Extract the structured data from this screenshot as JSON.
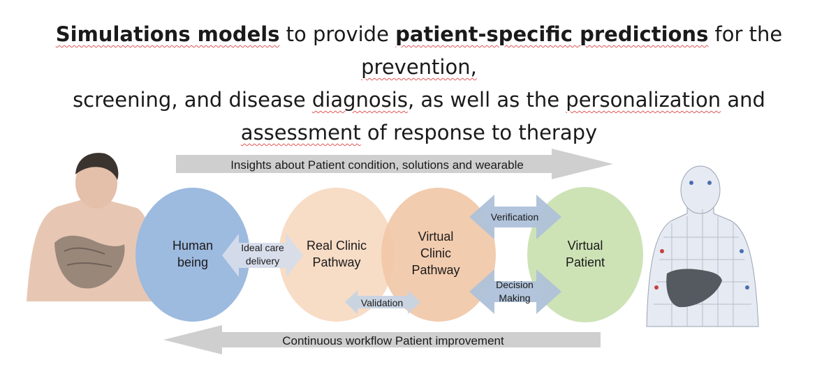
{
  "title": {
    "line1_bold1": "Simulations models",
    "line1_mid": " to provide ",
    "line1_bold2": "patient-specific predictions",
    "line1_tail_a": " for the ",
    "line1_tail_b": "prevention,",
    "line2_a": "screening, and disease ",
    "line2_b": "diagnosis",
    "line2_c": ", as well as the ",
    "line2_d": "personalization",
    "line2_e": " and",
    "line3_a": "assessment",
    "line3_b": " of response to therapy"
  },
  "arrows": {
    "top_label": "Insights about Patient condition, solutions and wearable",
    "bottom_label": "Continuous workflow Patient improvement",
    "ideal_care_line1": "Ideal care",
    "ideal_care_line2": "delivery",
    "validation": "Validation",
    "verification": "Verification",
    "decision_line1": "Decision",
    "decision_line2": "Making"
  },
  "nodes": {
    "human_line1": "Human",
    "human_line2": "being",
    "real_line1": "Real Clinic",
    "real_line2": "Pathway",
    "virtual_clinic_line1": "Virtual",
    "virtual_clinic_line2": "Clinic",
    "virtual_clinic_line3": "Pathway",
    "virtual_patient_line1": "Virtual",
    "virtual_patient_line2": "Patient"
  },
  "colors": {
    "human": "#9dbadf",
    "real_clinic": "#f7dcc6",
    "virtual_clinic": "#f1c6a6",
    "virtual_patient": "#cde3b6",
    "gray_arrow": "#cfcfcf",
    "blue_arrow": "#aec1d9"
  },
  "icons": [
    "human-body-liver-image",
    "virtual-patient-mesh-image"
  ]
}
